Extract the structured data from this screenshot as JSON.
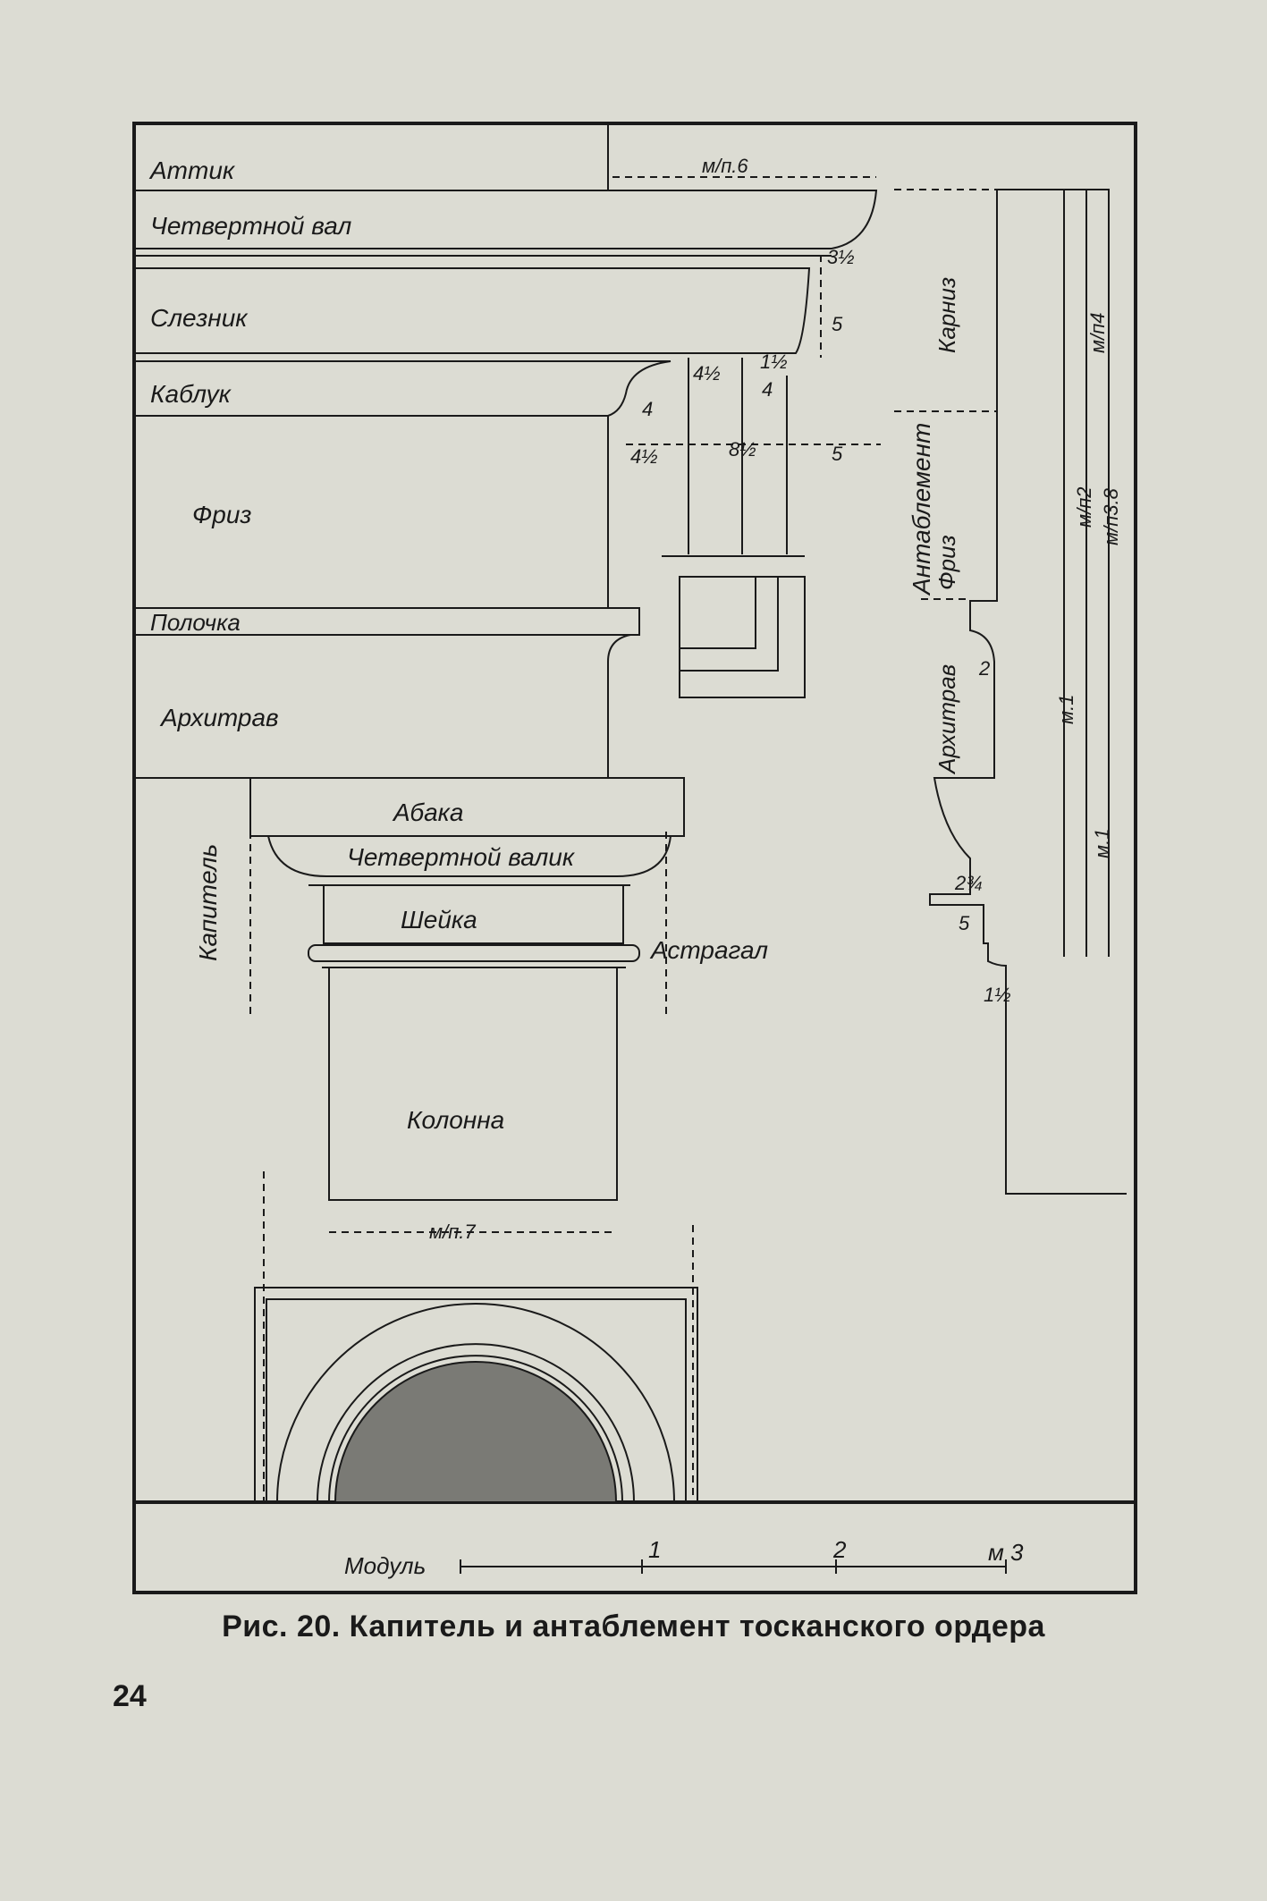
{
  "caption": "Рис. 20. Капитель и антаблемент тосканского ордера",
  "page_number": "24",
  "labels": {
    "attik": "Аттик",
    "chetvertnoy_val": "Четвертной вал",
    "sleznik": "Слезник",
    "kabluk": "Каблук",
    "friz": "Фриз",
    "polochka": "Полочка",
    "arkhitrav": "Архитрав",
    "abaka": "Абака",
    "chetvertnoy_valik": "Четвертной валик",
    "sheyka": "Шейка",
    "astragal": "Астрагал",
    "kolonna": "Колонна",
    "kapitel": "Капитель"
  },
  "side_labels": {
    "antablement": "Антаблемент",
    "karniz": "Карниз",
    "friz": "Фриз",
    "arkhitrav": "Архитрав"
  },
  "dimensions": {
    "m_6": "м/п.6",
    "d_3_half": "3½",
    "d_5_a": "5",
    "d_4_half_a": "4½",
    "d_1_half_a": "1½",
    "d_4_a": "4",
    "d_4_b": "4",
    "d_4_half_b": "4½",
    "d_8_half": "8½",
    "d_5_b": "5",
    "m_4": "м/п4",
    "m_2": "м/п2",
    "m_38": "м/п3.8",
    "d_2": "2",
    "d_2_3_4": "2¾",
    "d_5_c": "5",
    "d_1_half_b": "1½",
    "m_1_a": "м.1",
    "m_1_b": "м.1",
    "m_7": "м/п.7"
  },
  "scale": {
    "label": "Модуль",
    "ticks": [
      "1",
      "2",
      "м 3"
    ]
  }
}
